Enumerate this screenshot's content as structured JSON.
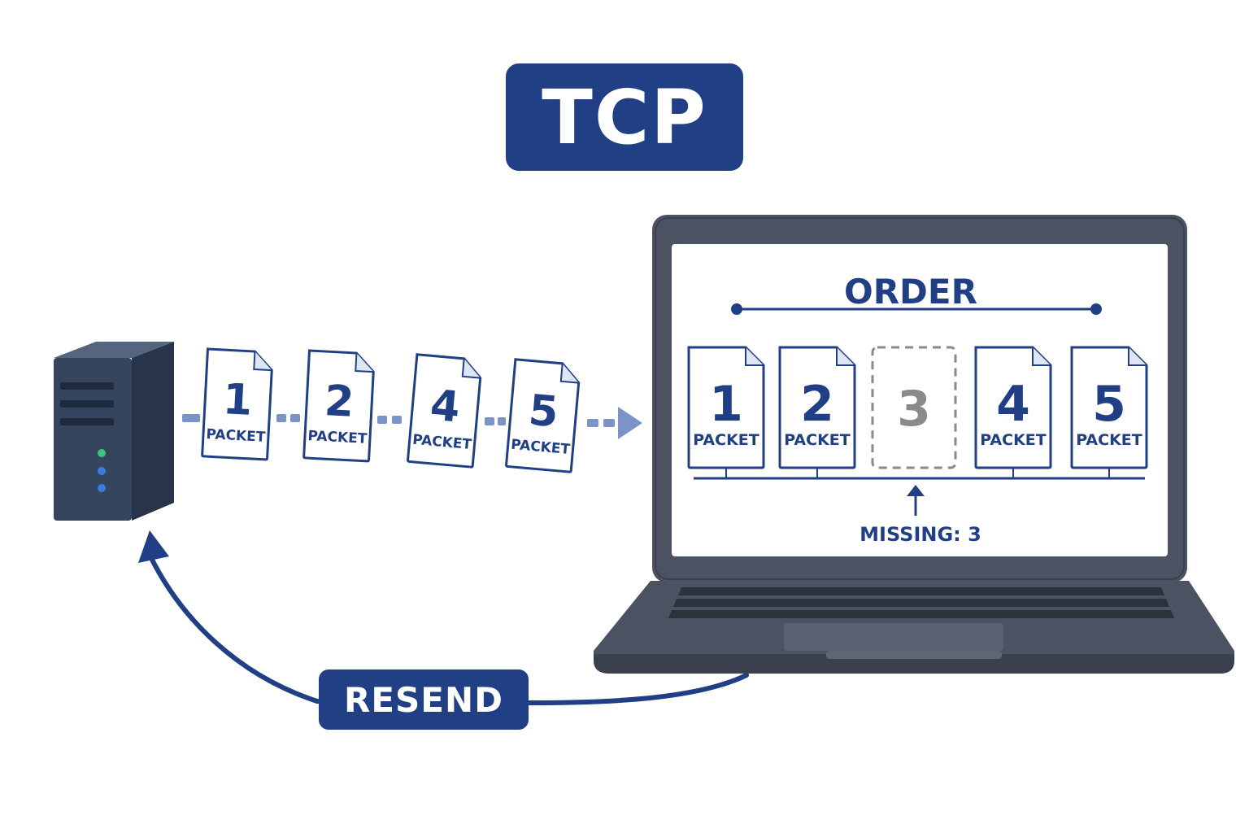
{
  "title": "TCP",
  "colors": {
    "navy": "#213f84",
    "light_blue": "#7b93c7",
    "gray_missing": "#8a8a8a",
    "laptop_body": "#4b5262",
    "server_body": "#36455e",
    "led_green": "#38c77a",
    "led_blue": "#3b7be0"
  },
  "server": {
    "icon": "server-tower-icon"
  },
  "stream": {
    "packets": [
      {
        "number": "1",
        "label": "PACKET"
      },
      {
        "number": "2",
        "label": "PACKET"
      },
      {
        "number": "4",
        "label": "PACKET"
      },
      {
        "number": "5",
        "label": "PACKET"
      }
    ]
  },
  "laptop": {
    "order_label": "ORDER",
    "slots": [
      {
        "number": "1",
        "label": "PACKET",
        "missing": false
      },
      {
        "number": "2",
        "label": "PACKET",
        "missing": false
      },
      {
        "number": "3",
        "label": "",
        "missing": true
      },
      {
        "number": "4",
        "label": "PACKET",
        "missing": false
      },
      {
        "number": "5",
        "label": "PACKET",
        "missing": false
      }
    ],
    "missing_text": "MISSING: 3"
  },
  "resend_label": "RESEND"
}
